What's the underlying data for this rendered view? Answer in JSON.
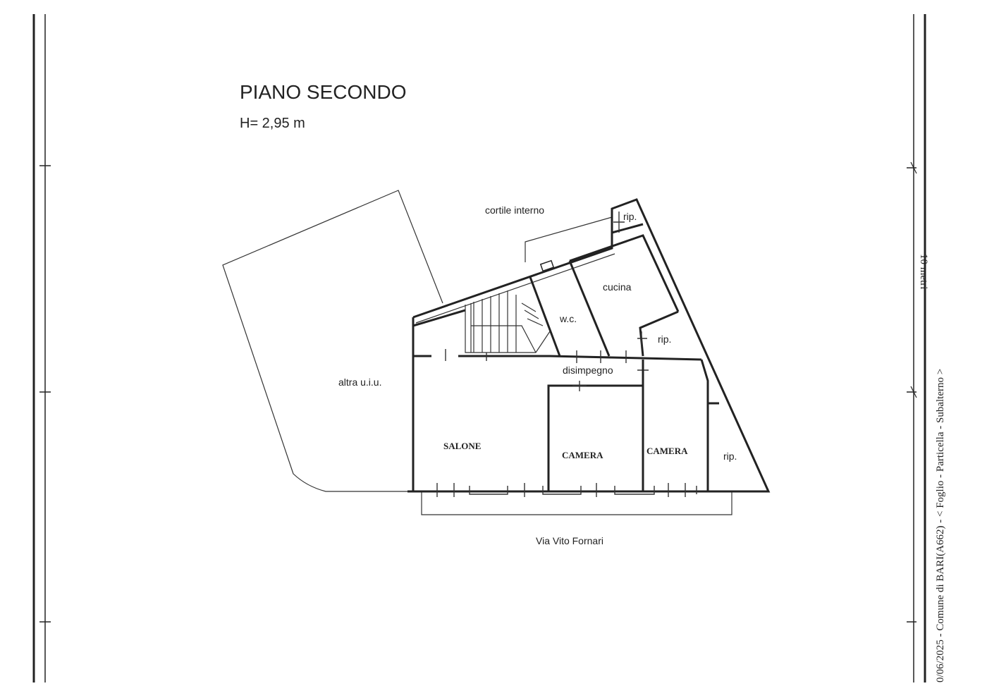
{
  "header": {
    "title": "PIANO SECONDO",
    "height": "H= 2,95 m"
  },
  "rooms": {
    "cortile": "cortile interno",
    "rip_top": "rip.",
    "cucina": "cucina",
    "wc": "w.c.",
    "rip_mid": "rip.",
    "disimpegno": "disimpegno",
    "altra": "altra u.i.u.",
    "salone": "SALONE",
    "camera1": "CAMERA",
    "camera2": "CAMERA",
    "rip_right": "rip."
  },
  "street": "Via Vito Fornari",
  "side_text": {
    "scale": "10 metri",
    "catasto": "0/06/2025 - Comune di BARI(A662) - < Foglio    - Particella       - Subalterno  >"
  }
}
